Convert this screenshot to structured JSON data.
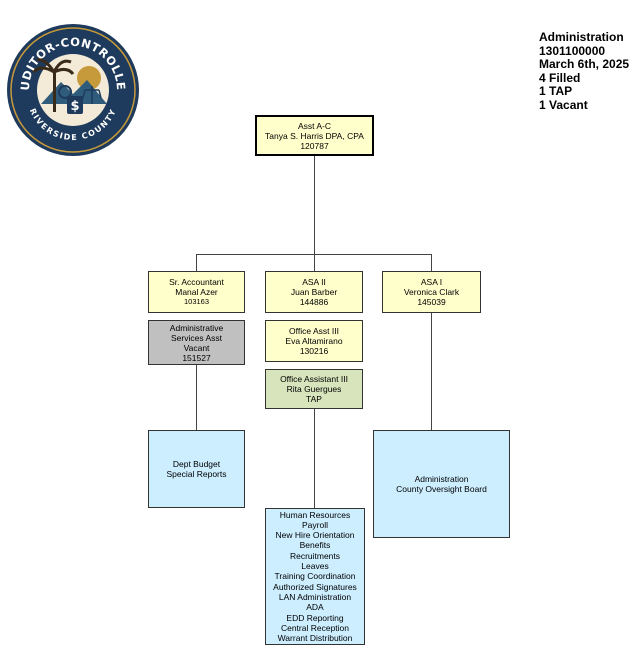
{
  "logo": {
    "top_text": "AUDITOR-CONTROLLER",
    "bottom_text": "RIVERSIDE COUNTY",
    "colors": {
      "navy": "#1e3a5c",
      "gold": "#c69a3a"
    }
  },
  "info": {
    "department": "Administration",
    "code": "1301100000",
    "date": "March 6th, 2025",
    "filled": "4 Filled",
    "tap": "1 TAP",
    "vacant": "1 Vacant"
  },
  "top": {
    "title": "Asst A-C",
    "name": "Tanya S. Harris DPA, CPA",
    "id": "120787"
  },
  "left": {
    "head": {
      "title": "Sr. Accountant",
      "name": "Manal Azer",
      "id": "103163"
    },
    "sub": {
      "title_line1": "Administrative",
      "title_line2": "Services Asst",
      "name": "Vacant",
      "id": "151527"
    },
    "duties": [
      "Dept Budget",
      "Special Reports"
    ]
  },
  "middle": {
    "head": {
      "title": "ASA II",
      "name": "Juan Barber",
      "id": "144886"
    },
    "sub1": {
      "title": "Office Asst III",
      "name": "Eva Altamirano",
      "id": "130216"
    },
    "sub2": {
      "title": "Office Assistant III",
      "name": "Rita Guergues",
      "id": "TAP"
    },
    "duties": [
      "Human Resources",
      "Payroll",
      "New Hire Orientation",
      "Benefits",
      "Recruitments",
      "Leaves",
      "Training Coordination",
      "Authorized Signatures",
      "LAN Administration",
      "ADA",
      "EDD Reporting",
      "Central Reception",
      "Warrant Distribution"
    ]
  },
  "right": {
    "head": {
      "title": "ASA I",
      "name": "Veronica Clark",
      "id": "145039"
    },
    "duties": [
      "Administration",
      "County Oversight Board"
    ]
  }
}
